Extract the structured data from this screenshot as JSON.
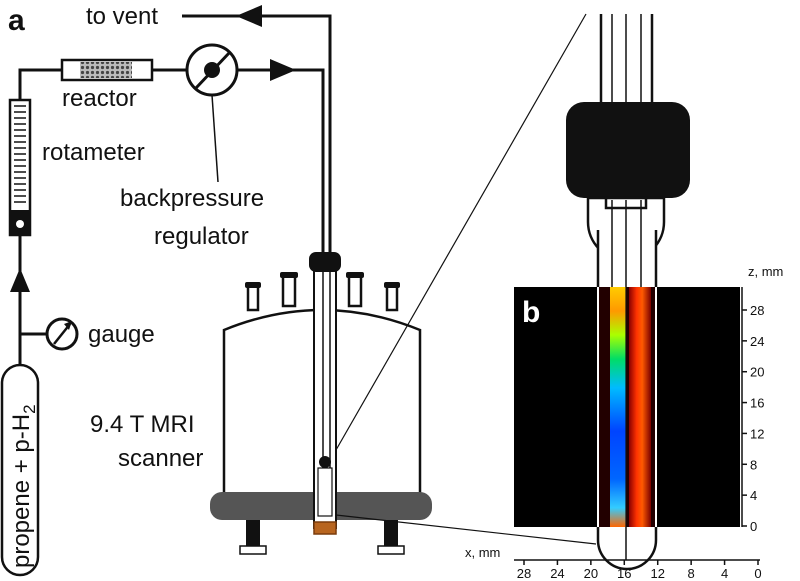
{
  "figure": {
    "panel_a": "a",
    "panel_b": "b",
    "labels": {
      "to_vent": "to vent",
      "reactor": "reactor",
      "rotameter": "rotameter",
      "backpressure": "backpressure",
      "regulator": "regulator",
      "gauge": "gauge",
      "scanner_line1": "9.4 T MRI",
      "scanner_line2": "scanner",
      "feed": "propene + p-H",
      "feed_sub": "2"
    }
  },
  "image_axes": {
    "z_label": "z, mm",
    "z_ticks": [
      "28",
      "24",
      "20",
      "16",
      "12",
      "8",
      "4",
      "0"
    ],
    "x_label": "x, mm",
    "x_ticks": [
      "28",
      "24",
      "20",
      "16",
      "12",
      "8",
      "4",
      "0"
    ]
  },
  "colors": {
    "line": "#111111",
    "scanner_band": "#555555",
    "image_bg": "#000000",
    "sample_holder": "#b8651f"
  }
}
